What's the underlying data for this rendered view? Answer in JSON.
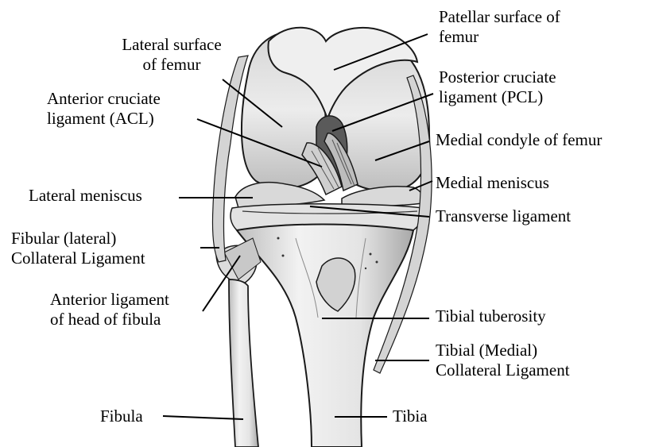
{
  "labels": {
    "patellar_surface": {
      "line1": "Patellar surface of",
      "line2": "femur"
    },
    "lateral_surface": {
      "line1": "Lateral surface",
      "line2": "of femur"
    },
    "pcl": {
      "line1": "Posterior cruciate",
      "line2": "ligament (PCL)"
    },
    "acl": {
      "line1": "Anterior cruciate",
      "line2": "ligament (ACL)"
    },
    "medial_condyle": "Medial condyle of femur",
    "lateral_meniscus": "Lateral meniscus",
    "medial_meniscus": "Medial meniscus",
    "transverse_ligament": "Transverse ligament",
    "fibular_collateral": {
      "line1": "Fibular (lateral)",
      "line2": "Collateral Ligament"
    },
    "anterior_ligament_fibula": {
      "line1": "Anterior ligament",
      "line2": "of head of fibula"
    },
    "tibial_tuberosity": "Tibial tuberosity",
    "tibial_collateral": {
      "line1": "Tibial (Medial)",
      "line2": "Collateral Ligament"
    },
    "fibula": "Fibula",
    "tibia": "Tibia"
  },
  "colors": {
    "bone_fill": "#e6e6e6",
    "ligament_fill": "#cfcfcf",
    "outline": "#1a1a1a",
    "leader_line": "#000000"
  }
}
